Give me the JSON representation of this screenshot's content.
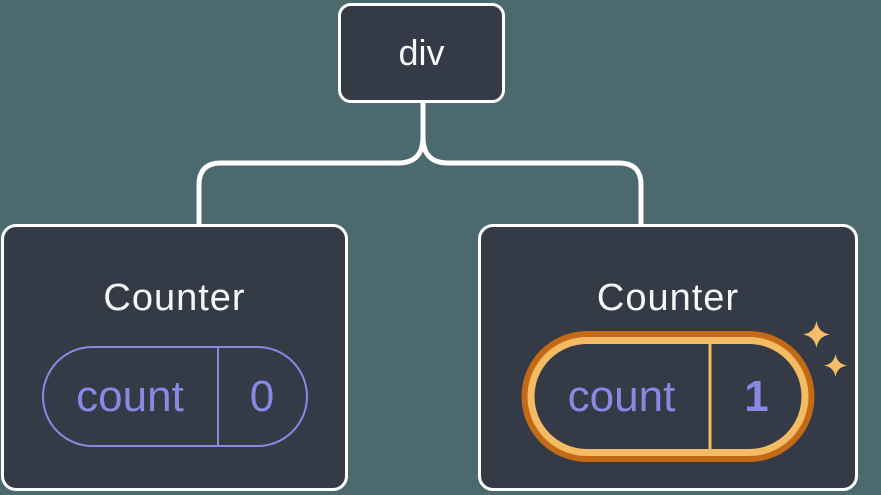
{
  "colors": {
    "background": "#4C6970",
    "card_bg": "#343A46",
    "card_border": "#FFFFFF",
    "connector": "#FFFFFF",
    "text_primary": "#F6F7F9",
    "state_purple": "#878AE3",
    "highlight_outer": "#C26A15",
    "highlight_inner": "#F5BA64",
    "sparkle": "#F6BD68"
  },
  "tree": {
    "root": {
      "label": "div"
    },
    "children": [
      {
        "title": "Counter",
        "highlighted": false,
        "state": {
          "key": "count",
          "value": "0"
        }
      },
      {
        "title": "Counter",
        "highlighted": true,
        "state": {
          "key": "count",
          "value": "1"
        }
      }
    ]
  }
}
